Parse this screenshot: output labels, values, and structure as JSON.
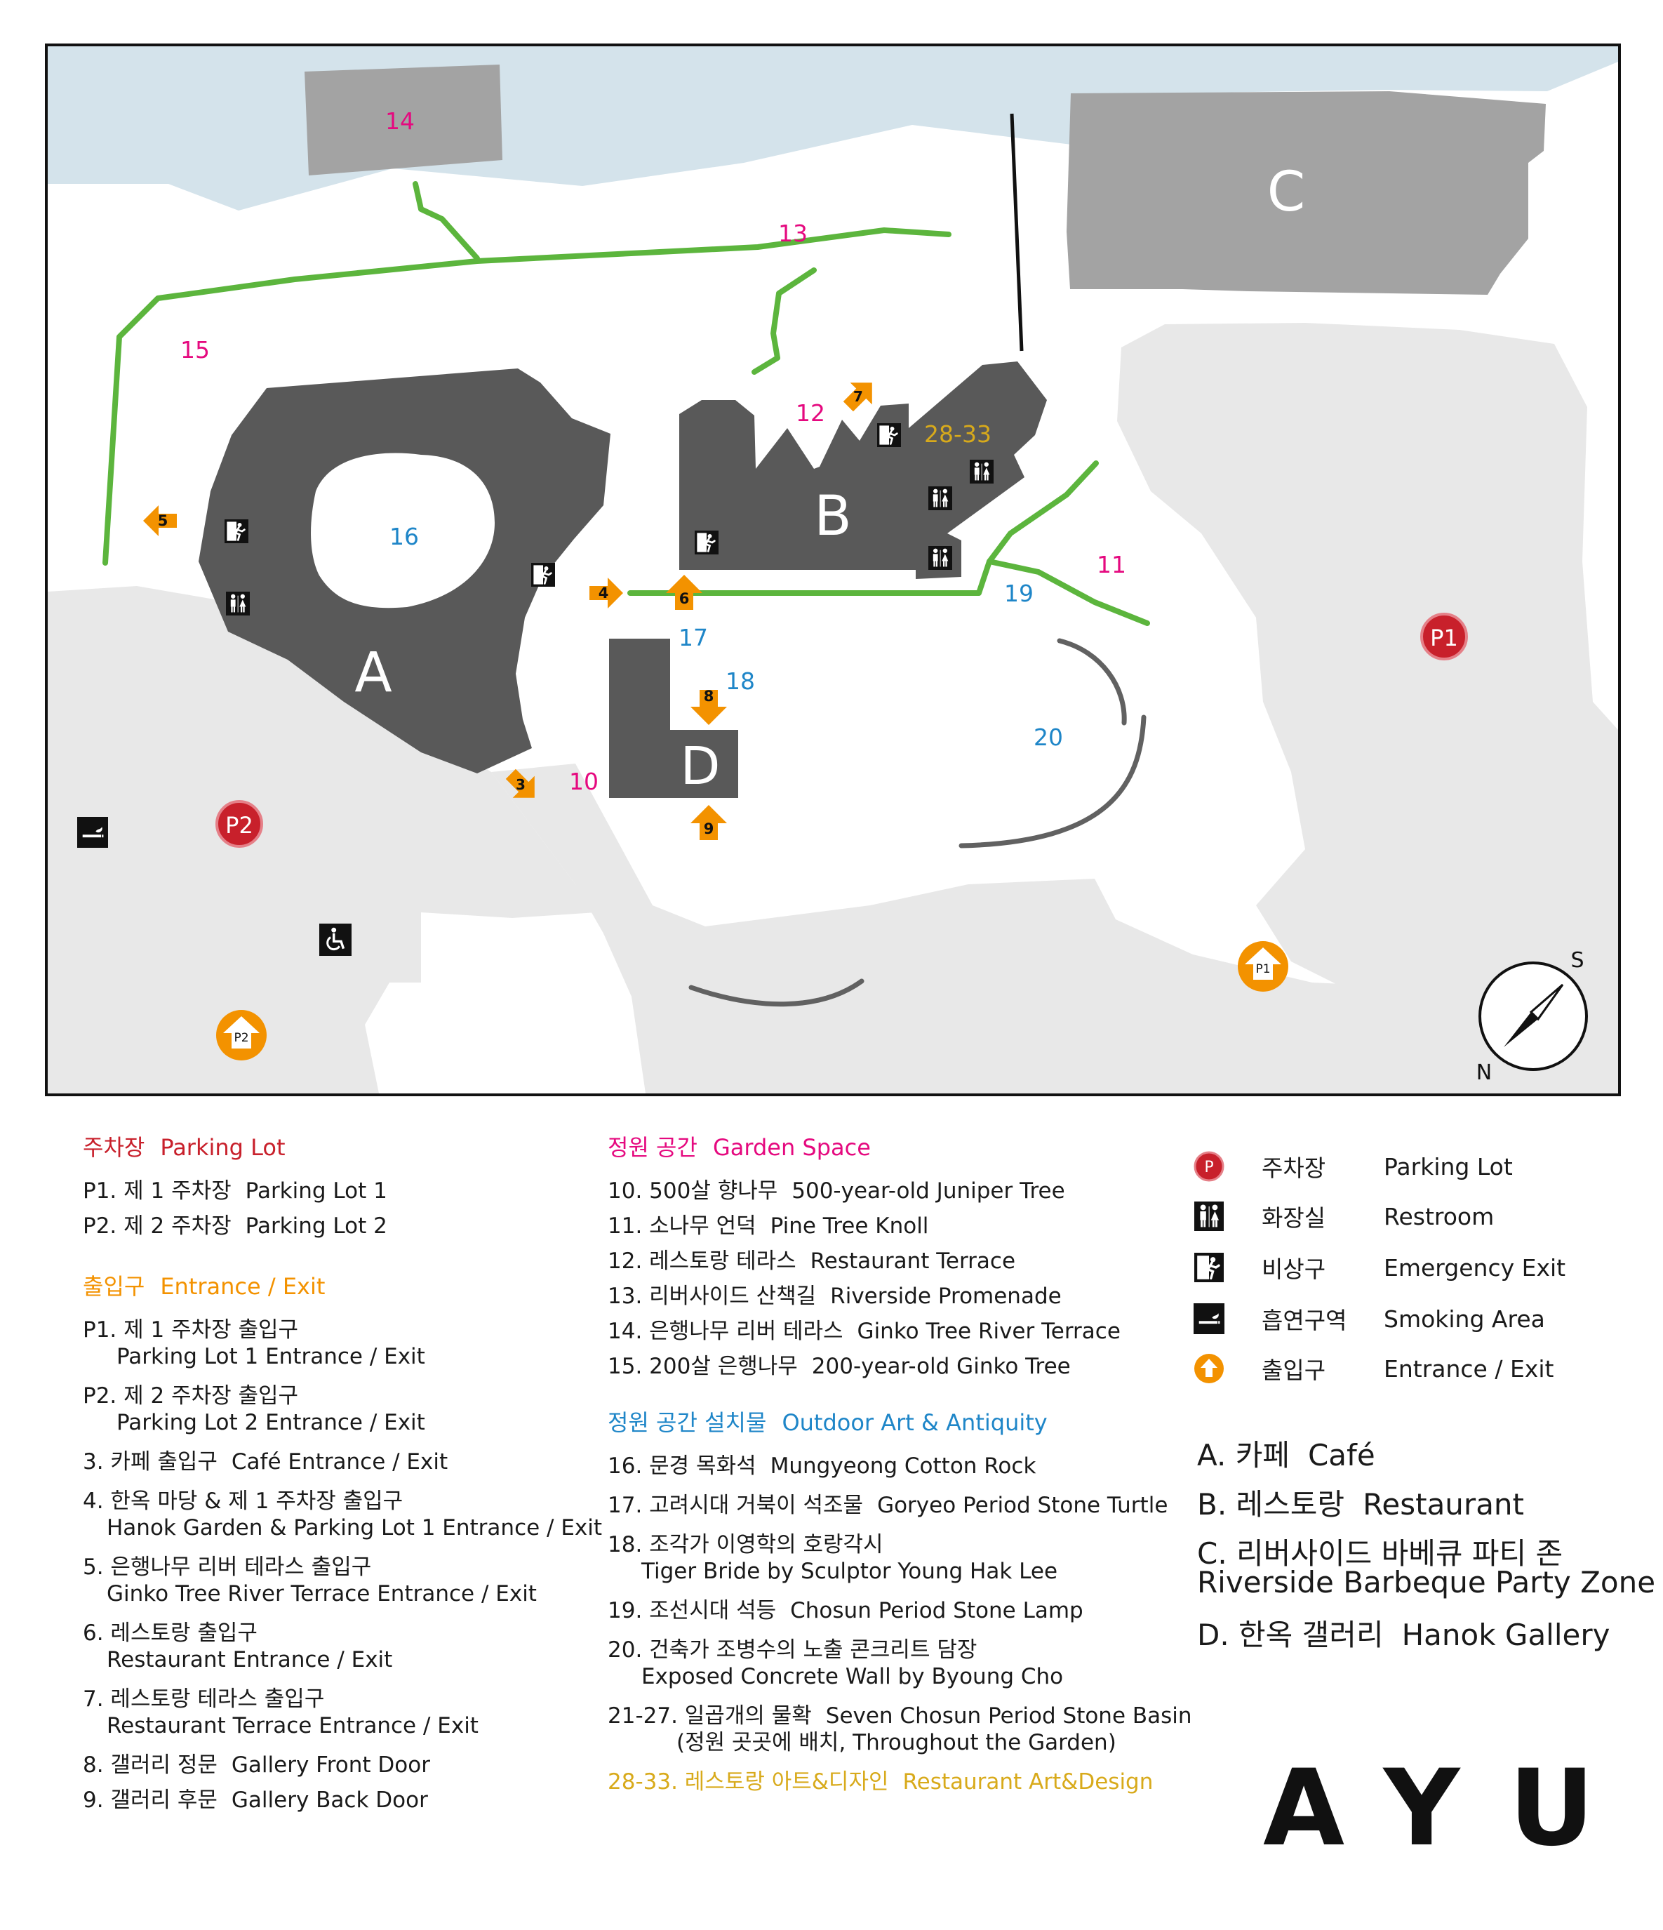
{
  "map": {
    "buildings": {
      "A": "A",
      "B": "B",
      "C": "C",
      "D": "D"
    },
    "numbers": {
      "n14": "14",
      "n13": "13",
      "n15": "15",
      "n12": "12",
      "n16": "16",
      "n11": "11",
      "n19": "19",
      "n17": "17",
      "n18": "18",
      "n20": "20",
      "n10": "10",
      "n2833": "28-33"
    },
    "exits": {
      "e3": "3",
      "e4": "4",
      "e5": "5",
      "e6": "6",
      "e7": "7",
      "e8": "8",
      "e9": "9"
    },
    "parking": {
      "p1": "P1",
      "p2": "P2",
      "p1_entrance": "P1",
      "p2_entrance": "P2"
    },
    "compass": {
      "south": "S",
      "north": "N"
    }
  },
  "legend": {
    "parking": {
      "title_ko": "주차장",
      "title_en": "Parking Lot",
      "items": [
        {
          "ko": "P1. 제 1 주차장",
          "en": "Parking Lot 1"
        },
        {
          "ko": "P2. 제 2 주차장",
          "en": "Parking Lot 2"
        }
      ]
    },
    "entrance": {
      "title_ko": "출입구",
      "title_en": "Entrance / Exit",
      "items": [
        {
          "ko": "P1. 제 1 주차장 출입구",
          "en": "Parking Lot 1 Entrance / Exit"
        },
        {
          "ko": "P2. 제 2 주차장 출입구",
          "en": "Parking Lot 2 Entrance / Exit"
        },
        {
          "ko": "3. 카페 출입구",
          "en": "Café Entrance / Exit"
        },
        {
          "ko": "4. 한옥 마당 & 제 1 주차장 출입구",
          "en": "Hanok Garden & Parking Lot 1 Entrance / Exit"
        },
        {
          "ko": "5. 은행나무 리버 테라스 출입구",
          "en": "Ginko Tree River Terrace Entrance / Exit"
        },
        {
          "ko": "6. 레스토랑 출입구",
          "en": "Restaurant Entrance / Exit"
        },
        {
          "ko": "7. 레스토랑 테라스 출입구",
          "en": "Restaurant Terrace Entrance / Exit"
        },
        {
          "ko": "8. 갤러리 정문",
          "en": "Gallery Front Door"
        },
        {
          "ko": "9. 갤러리 후문",
          "en": "Gallery Back Door"
        }
      ]
    },
    "garden": {
      "title_ko": "정원 공간",
      "title_en": "Garden Space",
      "items": [
        {
          "ko": "10. 500살 향나무",
          "en": "500-year-old Juniper Tree"
        },
        {
          "ko": "11. 소나무 언덕",
          "en": "Pine Tree Knoll"
        },
        {
          "ko": "12. 레스토랑 테라스",
          "en": "Restaurant Terrace"
        },
        {
          "ko": "13. 리버사이드 산책길",
          "en": "Riverside Promenade"
        },
        {
          "ko": "14. 은행나무 리버 테라스",
          "en": "Ginko Tree River Terrace"
        },
        {
          "ko": "15. 200살 은행나무",
          "en": "200-year-old Ginko Tree"
        }
      ]
    },
    "art": {
      "title_ko": "정원 공간 설치물",
      "title_en": "Outdoor Art & Antiquity",
      "items": [
        {
          "ko": "16. 문경 목화석",
          "en": "Mungyeong Cotton Rock"
        },
        {
          "ko": "17. 고려시대 거북이 석조물",
          "en": "Goryeo Period Stone Turtle"
        },
        {
          "ko": "18. 조각가 이영학의 호랑각시",
          "en": "Tiger Bride by Sculptor Young Hak Lee"
        },
        {
          "ko": "19. 조선시대 석등",
          "en": "Chosun Period Stone Lamp"
        },
        {
          "ko": "20. 건축가 조병수의 노출 콘크리트 담장",
          "en": "Exposed Concrete Wall by Byoung Cho"
        },
        {
          "ko": "21-27. 일곱개의 물확",
          "en": "Seven Chosun Period Stone Basin",
          "note": "(정원 곳곳에 배치, Throughout the Garden)"
        }
      ]
    },
    "restaurant_art": {
      "ko": "28-33. 레스토랑 아트&디자인",
      "en": "Restaurant Art&Design"
    },
    "symbols": [
      {
        "ko": "주차장",
        "en": "Parking Lot",
        "icon": "parking-icon"
      },
      {
        "ko": "화장실",
        "en": "Restroom",
        "icon": "restroom-icon"
      },
      {
        "ko": "비상구",
        "en": "Emergency Exit",
        "icon": "emergency-exit-icon"
      },
      {
        "ko": "흡연구역",
        "en": "Smoking Area",
        "icon": "smoking-area-icon"
      },
      {
        "ko": "출입구",
        "en": "Entrance / Exit",
        "icon": "entrance-exit-icon"
      }
    ],
    "buildings": [
      {
        "ko": "A. 카페",
        "en": "Café"
      },
      {
        "ko": "B. 레스토랑",
        "en": "Restaurant"
      },
      {
        "ko": "C. 리버사이드 바베큐 파티 존",
        "en": "Riverside Barbeque Party Zone"
      },
      {
        "ko": "D. 한옥 갤러리",
        "en": "Hanok Gallery"
      }
    ]
  },
  "brand": {
    "logo": "AYU"
  },
  "colors": {
    "river": "#d4e3eb",
    "ground": "#e8e8e8",
    "building": "#595959",
    "building_c": "#a3a3a3",
    "path": "#5cb53d",
    "exit": "#f39200",
    "parking": "#c8202b",
    "pink": "#e5097f",
    "blue": "#1f86c8",
    "gold": "#d8aa1b"
  }
}
